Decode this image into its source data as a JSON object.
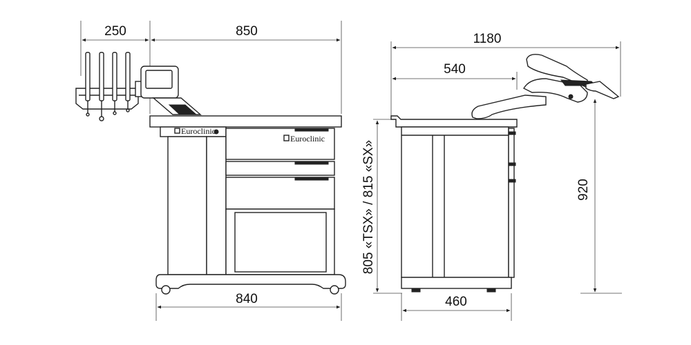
{
  "dimensions": {
    "front_tray_width": "250",
    "front_top_width": "850",
    "front_base_width": "840",
    "side_total_width": "1180",
    "side_arm_width": "540",
    "side_base_depth": "460",
    "side_height_overall": "920",
    "side_height_variants": "805 «TSX»  /  815 «SX»"
  },
  "branding": {
    "drawer_logo": "Euroclinic",
    "panel_logo": "Euroclinic"
  }
}
